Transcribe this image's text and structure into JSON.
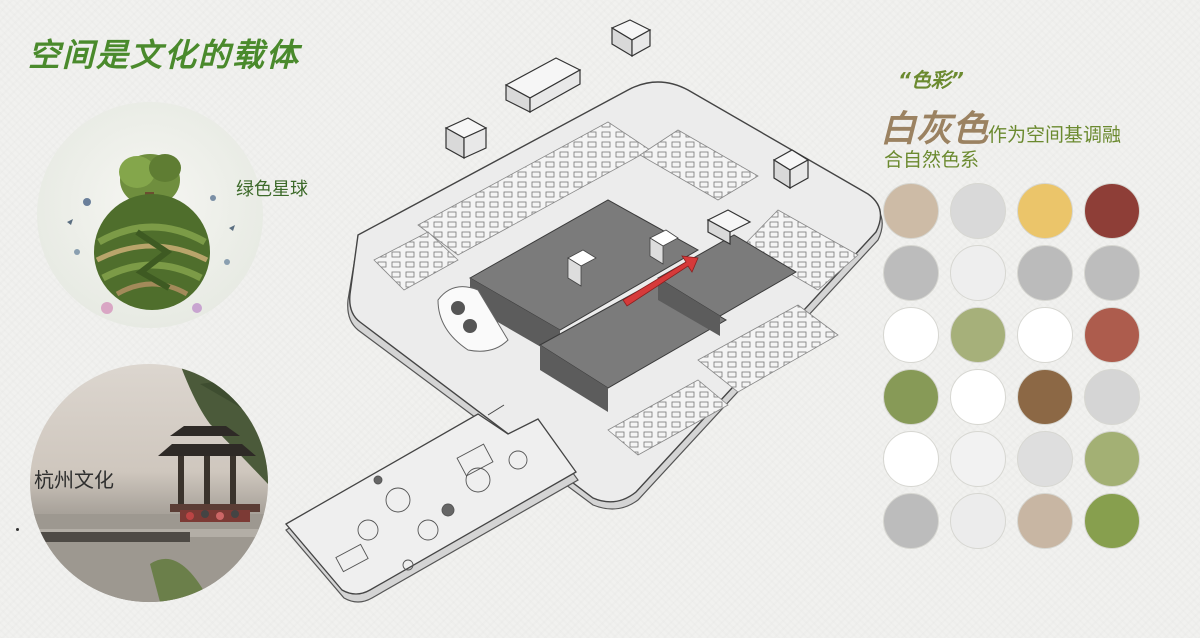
{
  "header": {
    "title": "空间是文化的载体"
  },
  "images": {
    "planet": {
      "caption": "绿色星球"
    },
    "hangzhou": {
      "caption": "杭州文化"
    }
  },
  "palette": {
    "title": "“色彩”",
    "subtitle_big": "白灰色",
    "subtitle_rest": "作为空间基调融",
    "subtitle_line2": "合自然色系",
    "swatches": [
      "#cdbba6",
      "#d9d9d9",
      "#ebc56a",
      "#8e3e37",
      "#bcbcbc",
      "#eeeeee",
      "#bbbbbb",
      "#bdbdbd",
      "#ffffff",
      "#a6b07a",
      "#ffffff",
      "#ad5c4d",
      "#879a57",
      "#ffffff",
      "#8c6845",
      "#d5d5d5",
      "#ffffff",
      "#f2f2f2",
      "#dedede",
      "#a3b074",
      "#bcbcbc",
      "#ececec",
      "#c8b6a3",
      "#879f4e"
    ]
  },
  "colors": {
    "title_green": "#4a8a2c",
    "accent_brown": "#9b8261",
    "arrow_red": "#d63a3a"
  }
}
